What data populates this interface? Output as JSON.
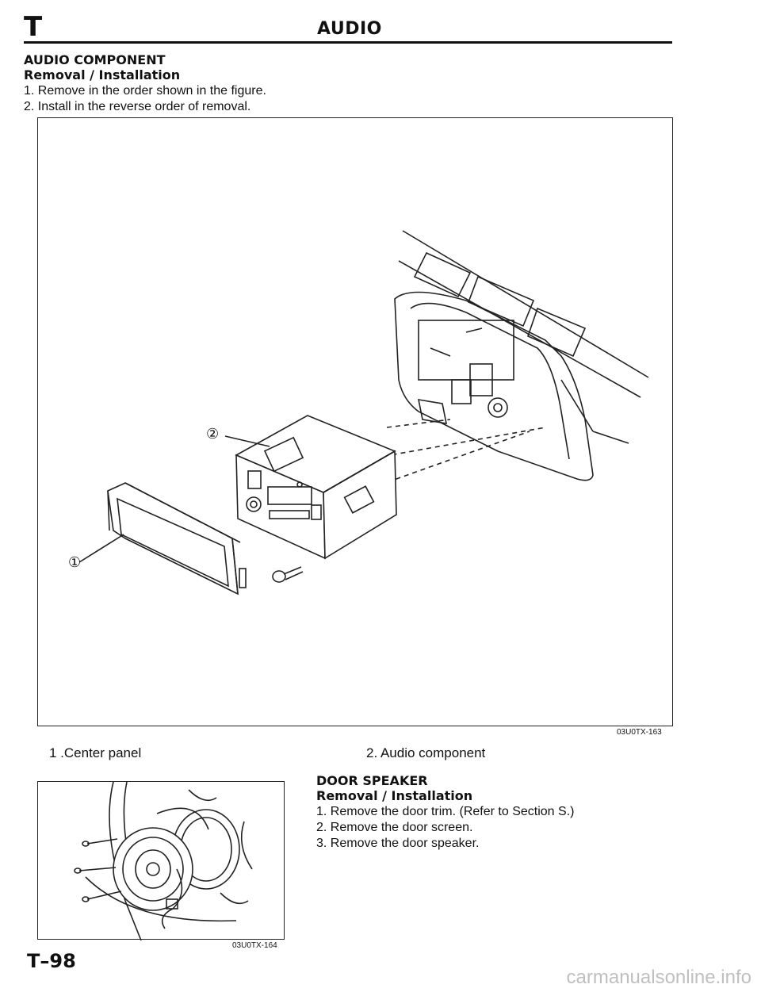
{
  "header": {
    "section_letter": "T",
    "title": "AUDIO"
  },
  "audio_component": {
    "heading": "AUDIO COMPONENT",
    "subheading": "Removal / Installation",
    "steps": [
      "1. Remove in the order shown in the figure.",
      "2. Install in the reverse order of removal."
    ],
    "figure_code": "03U0TX-163",
    "callouts": [
      "①",
      "②"
    ],
    "captions": [
      "1 .Center panel",
      "2. Audio component"
    ]
  },
  "door_speaker": {
    "heading": "DOOR SPEAKER",
    "subheading": "Removal / Installation",
    "steps": [
      "1. Remove the door trim. (Refer to Section S.)",
      "2. Remove the door screen.",
      "3. Remove the door speaker."
    ],
    "figure_code": "03U0TX-164"
  },
  "footer": {
    "page_number": "T–98",
    "watermark": "carmanualsonline.info"
  }
}
